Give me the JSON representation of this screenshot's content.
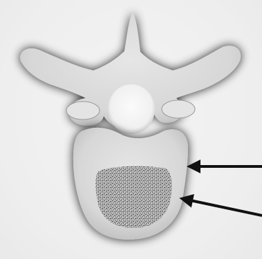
{
  "figure": {
    "subject": "vertebra-diagram",
    "annotations": [
      {
        "target": "vertebral-body-cortical-bone"
      },
      {
        "target": "vertebral-body-cancellous-bone"
      }
    ]
  },
  "colors": {
    "background": "#efefef",
    "bone_fill": "#dcdcdc",
    "bone_shadow": "#6f6f6f",
    "canal_fill": "#f7f7f7",
    "trabecular_texture": "#5a5a5a",
    "arrow": "#111111"
  }
}
